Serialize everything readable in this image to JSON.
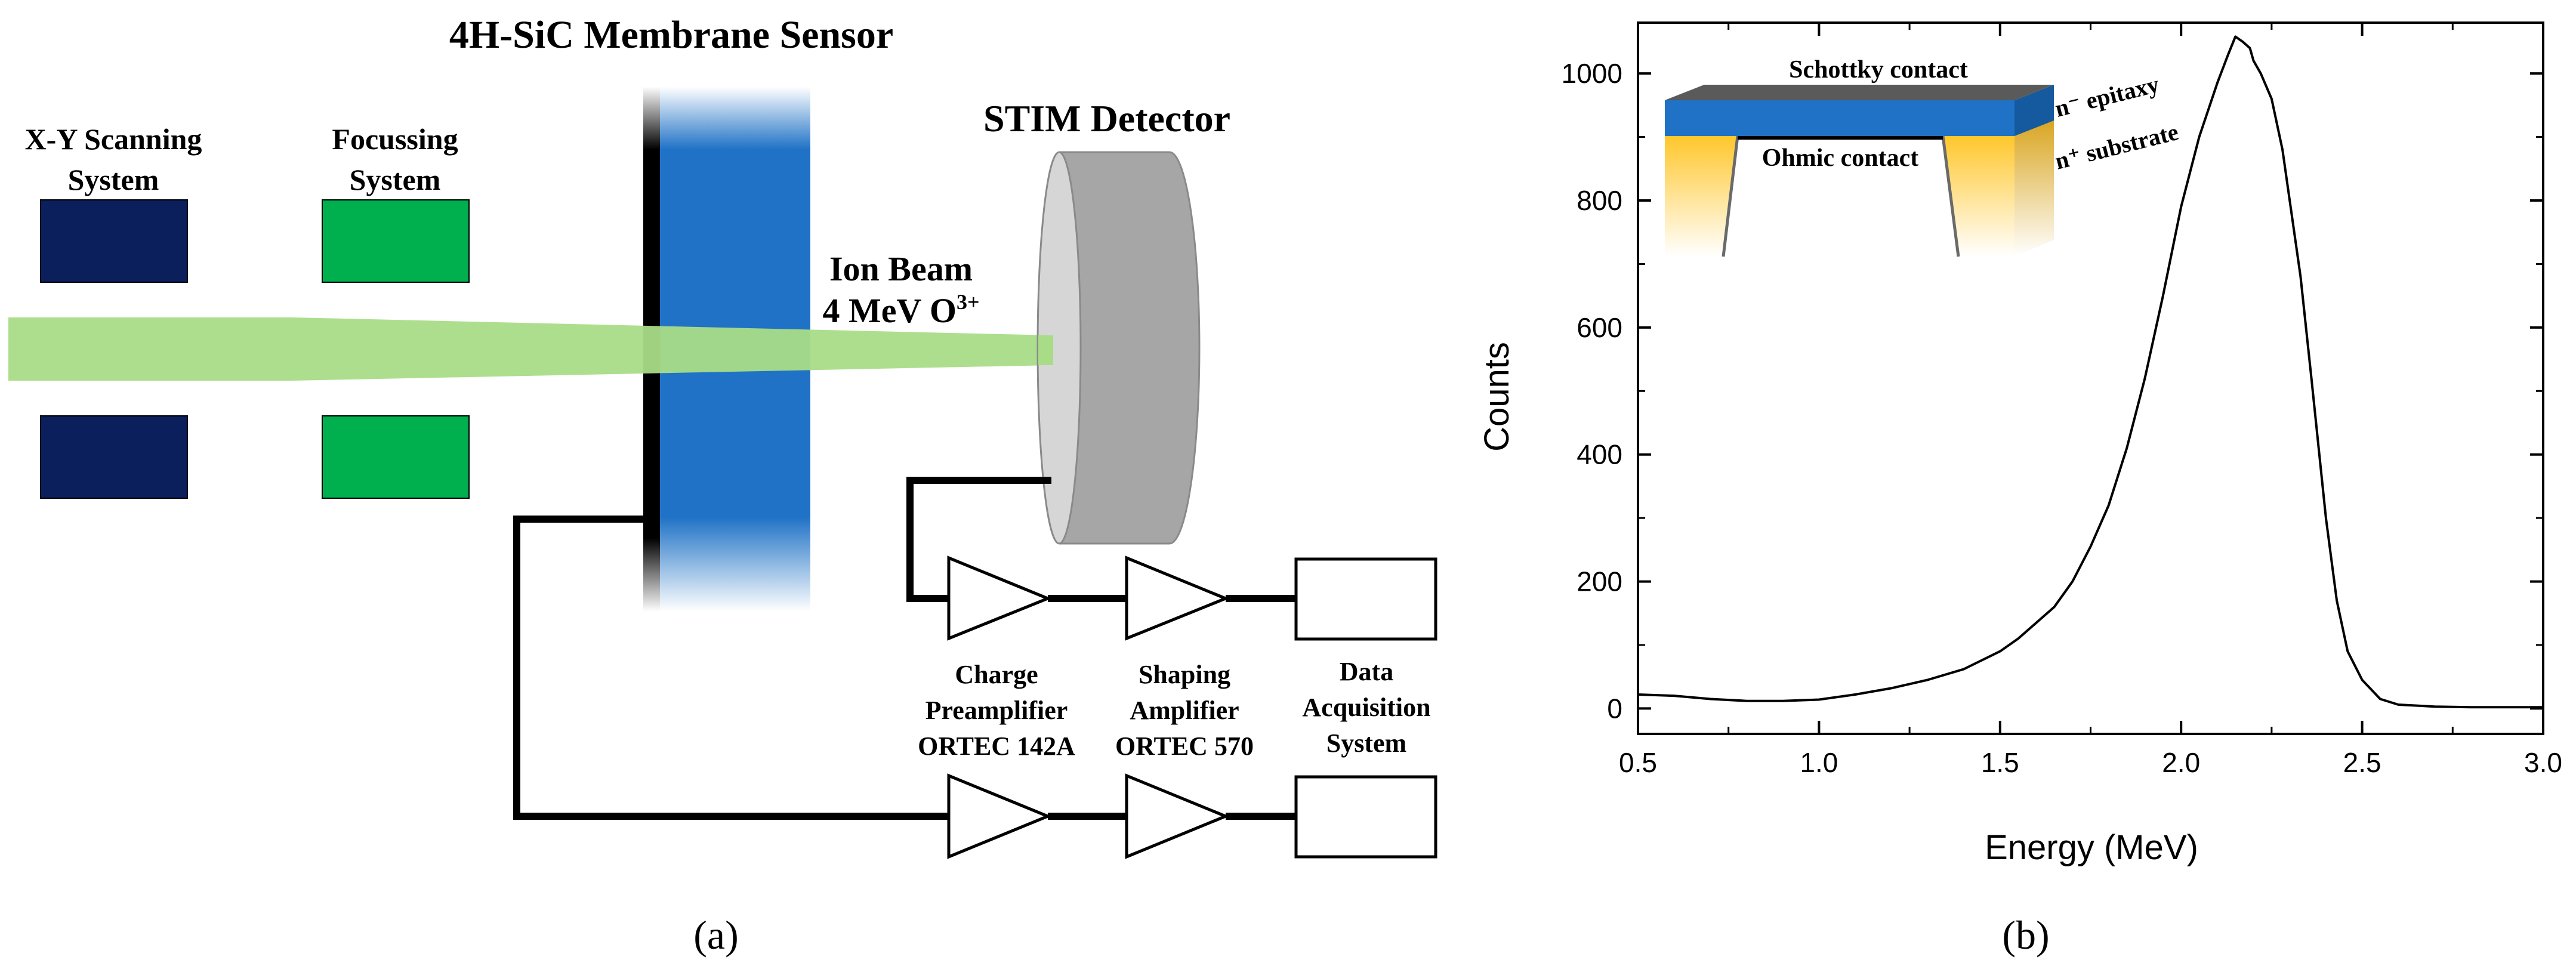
{
  "panel_a": {
    "caption": "(a)",
    "title": "4H-SiC Membrane Sensor",
    "xy_scanning": [
      "X-Y Scanning",
      "System"
    ],
    "focussing": [
      "Focussing",
      "System"
    ],
    "stim_detector": "STIM Detector",
    "ion_beam": "Ion Beam",
    "ion_energy": "4 MeV O",
    "ion_charge": "3+",
    "preamp": [
      "Charge",
      "Preamplifier",
      "ORTEC 142A"
    ],
    "shaping": [
      "Shaping",
      "Amplifier",
      "ORTEC 570"
    ],
    "daq": [
      "Data",
      "Acquisition",
      "System"
    ],
    "colors": {
      "scanning": "#0b1f5c",
      "focussing": "#00b04f",
      "beam": "#a9dc87",
      "membrane": "#1f72c6",
      "detector": "#a6a6a6"
    }
  },
  "panel_b": {
    "caption": "(b)",
    "inset": {
      "schottky": "Schottky contact",
      "epitaxy": "n⁻ epitaxy",
      "substrate": "n⁺ substrate",
      "ohmic": "Ohmic contact"
    }
  },
  "chart_data": {
    "type": "line",
    "xlabel": "Energy (MeV)",
    "ylabel": "Counts",
    "xlim": [
      0.5,
      3.0
    ],
    "ylim": [
      -40,
      1080
    ],
    "xticks": [
      "0.5",
      "1.0",
      "1.5",
      "2.0",
      "2.5",
      "3.0"
    ],
    "yticks": [
      "0",
      "200",
      "400",
      "600",
      "800",
      "1000"
    ],
    "series": [
      {
        "x": [
          0.5,
          0.6,
          0.7,
          0.8,
          0.9,
          1.0,
          1.1,
          1.2,
          1.3,
          1.4,
          1.5,
          1.55,
          1.6,
          1.65,
          1.7,
          1.75,
          1.8,
          1.85,
          1.9,
          1.95,
          2.0,
          2.05,
          2.1,
          2.13,
          2.15,
          2.17,
          2.19,
          2.2,
          2.22,
          2.25,
          2.28,
          2.3,
          2.33,
          2.36,
          2.4,
          2.43,
          2.46,
          2.5,
          2.55,
          2.6,
          2.7,
          2.8,
          2.9,
          3.0
        ],
        "y": [
          22,
          20,
          15,
          12,
          12,
          14,
          22,
          32,
          45,
          62,
          90,
          110,
          135,
          160,
          200,
          255,
          320,
          410,
          520,
          650,
          790,
          900,
          985,
          1030,
          1058,
          1050,
          1040,
          1020,
          1000,
          960,
          880,
          800,
          680,
          520,
          300,
          170,
          90,
          45,
          15,
          6,
          3,
          2,
          2,
          2
        ]
      }
    ]
  }
}
